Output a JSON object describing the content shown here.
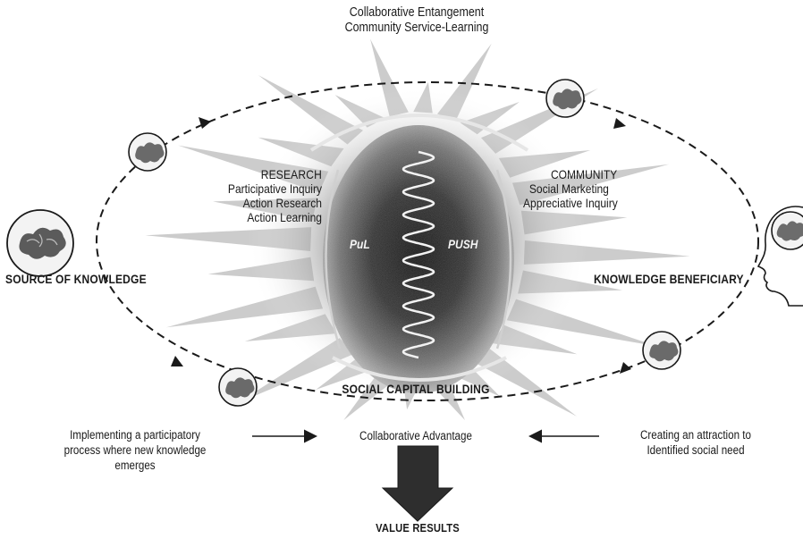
{
  "title": {
    "line1": "Collaborative Entangement",
    "line2": "Community Service-Learning"
  },
  "research": {
    "heading": "RESEARCH",
    "items": [
      "Participative Inquiry",
      "Action Research",
      "Action Learning"
    ]
  },
  "community": {
    "heading": "COMMUNITY",
    "items": [
      "Social Marketing",
      "Appreciative Inquiry"
    ]
  },
  "core": {
    "pull": "PuL",
    "push": "PUSH"
  },
  "source_label": "SOURCE OF KNOWLEDGE",
  "beneficiary_label": "KNOWLEDGE BENEFICIARY",
  "social_capital_label": "SOCIAL CAPITAL BUILDING",
  "advantage_label": "Collaborative Advantage",
  "left_note": [
    "Implementing a participatory",
    "process where new knowledge",
    "emerges"
  ],
  "right_note": [
    "Creating an attraction to",
    "Identified social need"
  ],
  "result_label": "VALUE RESULTS",
  "colors": {
    "ink": "#1a1a1a",
    "core_dark": "#151515",
    "ray": "#9a9a9a",
    "background": "#ffffff"
  },
  "icons": [
    "brain-icon",
    "head-profile-icon",
    "down-arrow-icon"
  ]
}
